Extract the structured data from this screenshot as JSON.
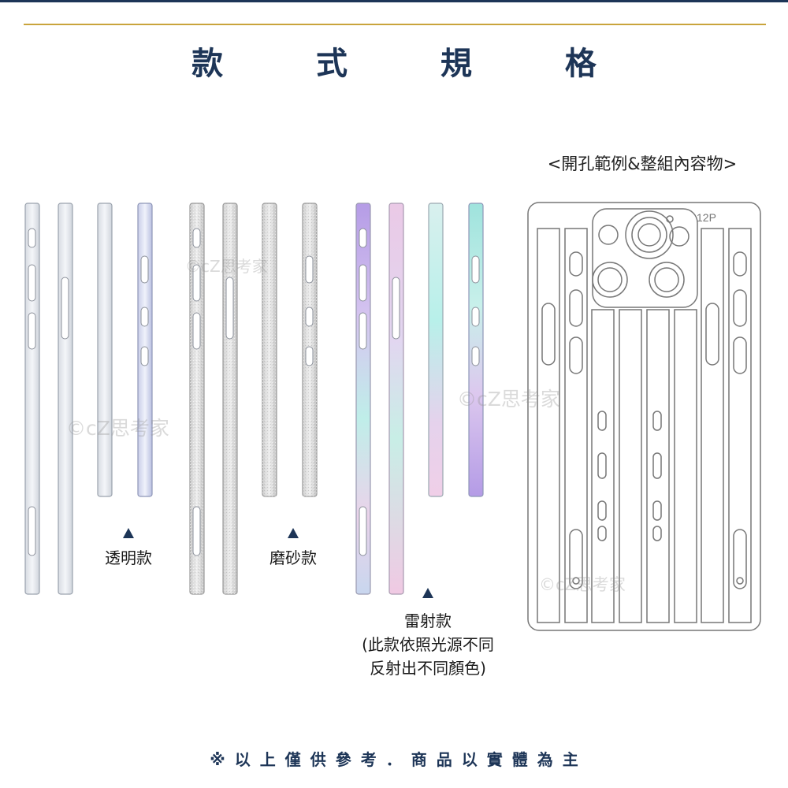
{
  "title": "款 式 規 格",
  "sheet_title": "<開孔範例&整組內容物>",
  "styles": {
    "clear": {
      "label": "透明款"
    },
    "matte": {
      "label": "磨砂款"
    },
    "laser": {
      "label": "雷射款",
      "note_line1": "(此款依照光源不同",
      "note_line2": "反射出不同顏色)"
    }
  },
  "sheet_model_label": "12P",
  "watermark": "©cZ思考家",
  "footer": "※以上僅供參考．商品以實體為主",
  "colors": {
    "navy": "#1d3557",
    "gold": "#c9a43c",
    "outline": "#8a8f99"
  }
}
